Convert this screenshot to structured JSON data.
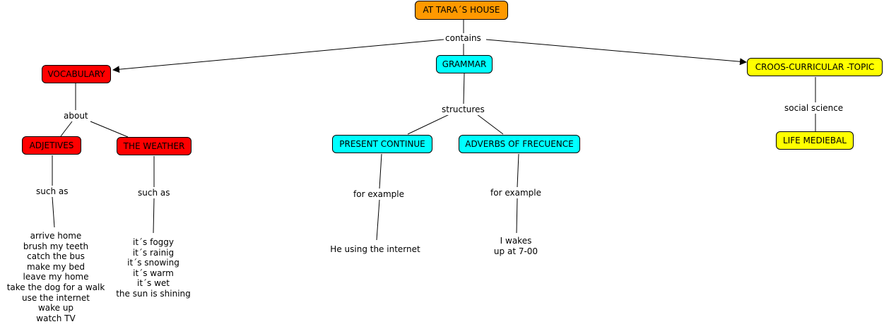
{
  "root": {
    "label": "AT TARA´S HOUSE",
    "color": "#ff9900"
  },
  "link_root": "contains",
  "vocabulary": {
    "label": "VOCABULARY",
    "link": "about",
    "adjetives": {
      "label": "ADJETIVES",
      "link": "such as",
      "items": [
        "arrive home",
        "brush my teeth",
        "catch the bus",
        "make my bed",
        "leave my home",
        "take the dog for a walk",
        "use the internet",
        "wake up",
        "watch TV"
      ]
    },
    "weather": {
      "label": "THE WEATHER",
      "link": "such as",
      "items": [
        "it´s foggy",
        "it´s rainig",
        "it´s snowing",
        "it´s warm",
        "it´s wet",
        "the sun is shining"
      ]
    }
  },
  "grammar": {
    "label": "GRAMMAR",
    "link": "structures",
    "present": {
      "label": "PRESENT CONTINUE",
      "link": "for example",
      "example": "He using the internet"
    },
    "adverbs": {
      "label": "ADVERBS OF FRECUENCE",
      "link": "for example",
      "example_lines": [
        "I wakes",
        "up at 7-00"
      ]
    }
  },
  "cross": {
    "label": "CROOS-CURRICULAR -TOPIC",
    "link": "social science",
    "topic": "LIFE MEDIEBAL"
  },
  "colors": {
    "root": "#ff9900",
    "vocabulary": "#ff0000",
    "grammar": "#00ffff",
    "cross": "#ffff00"
  }
}
